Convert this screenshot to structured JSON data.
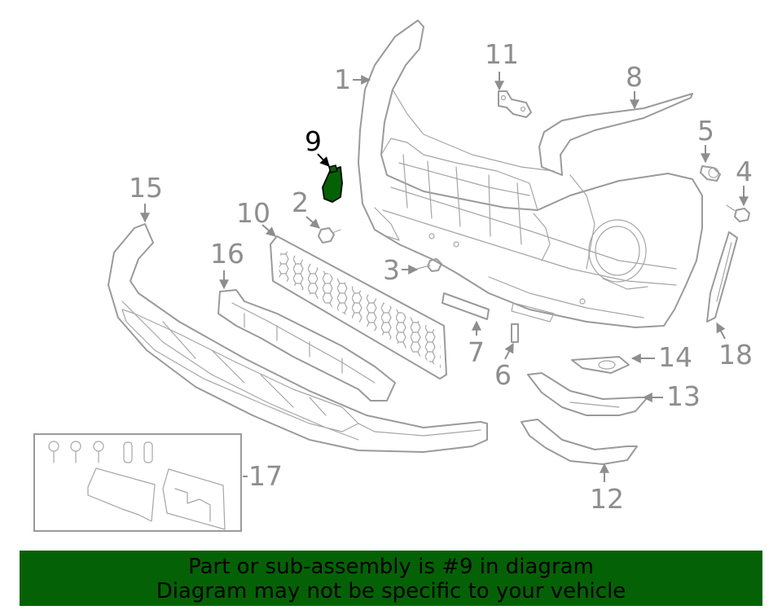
{
  "diagram": {
    "highlighted_part": "9",
    "highlight_color": "#056105",
    "callouts": [
      "1",
      "2",
      "3",
      "4",
      "5",
      "6",
      "7",
      "8",
      "9",
      "10",
      "11",
      "12",
      "13",
      "14",
      "15",
      "16",
      "17",
      "18"
    ]
  },
  "banner": {
    "line1": "Part or sub-assembly is #9 in diagram",
    "line2": "Diagram may not be specific to your vehicle",
    "background": "#056105"
  }
}
